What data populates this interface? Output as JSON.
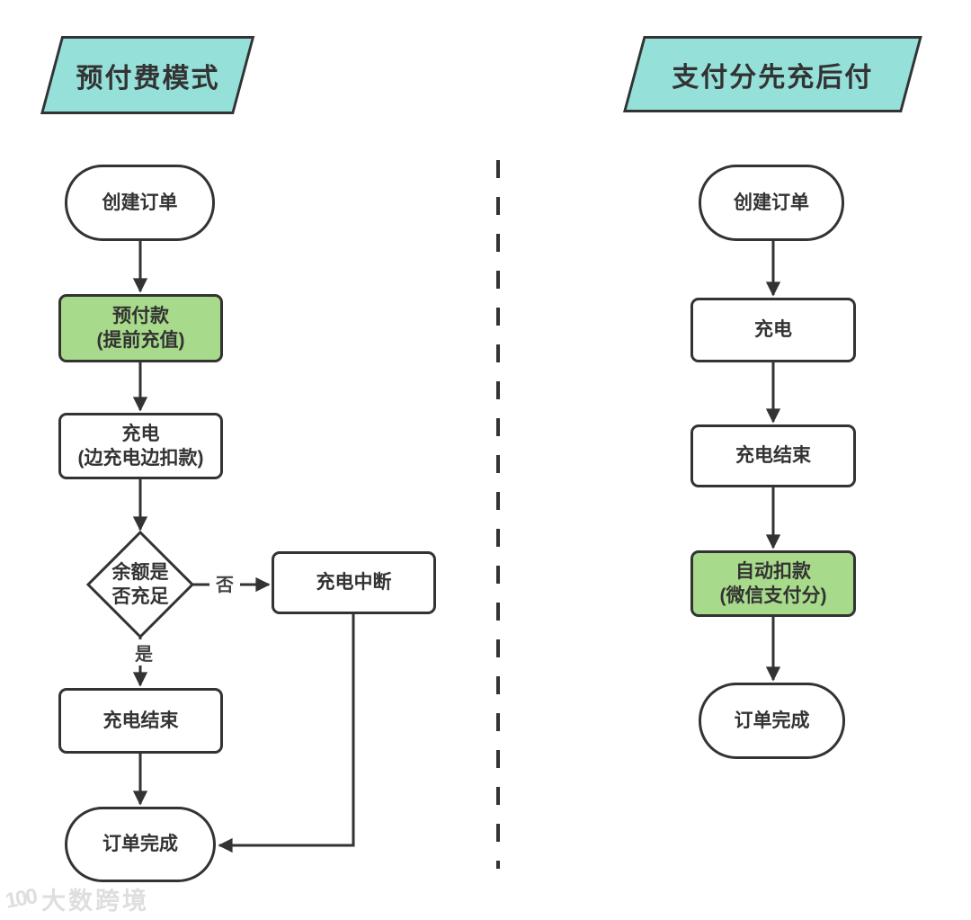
{
  "left": {
    "title": "预付费模式",
    "create_order": "创建订单",
    "prepay_line1": "预付款",
    "prepay_line2": "(提前充值)",
    "charge_line1": "充电",
    "charge_line2": "(边充电边扣款)",
    "decision_line1": "余额是",
    "decision_line2": "否充足",
    "no_label": "否",
    "yes_label": "是",
    "interrupt": "充电中断",
    "charge_end": "充电结束",
    "order_done": "订单完成"
  },
  "right": {
    "title": "支付分先充后付",
    "create_order": "创建订单",
    "charge": "充电",
    "charge_end": "充电结束",
    "auto_deduct_line1": "自动扣款",
    "auto_deduct_line2": "(微信支付分)",
    "order_done": "订单完成"
  },
  "watermark": {
    "logo_text": "100",
    "text": "大数跨境"
  },
  "colors": {
    "accent_cyan": "#96e0da",
    "accent_green": "#a8da8c",
    "stroke": "#333333",
    "background": "#ffffff"
  }
}
